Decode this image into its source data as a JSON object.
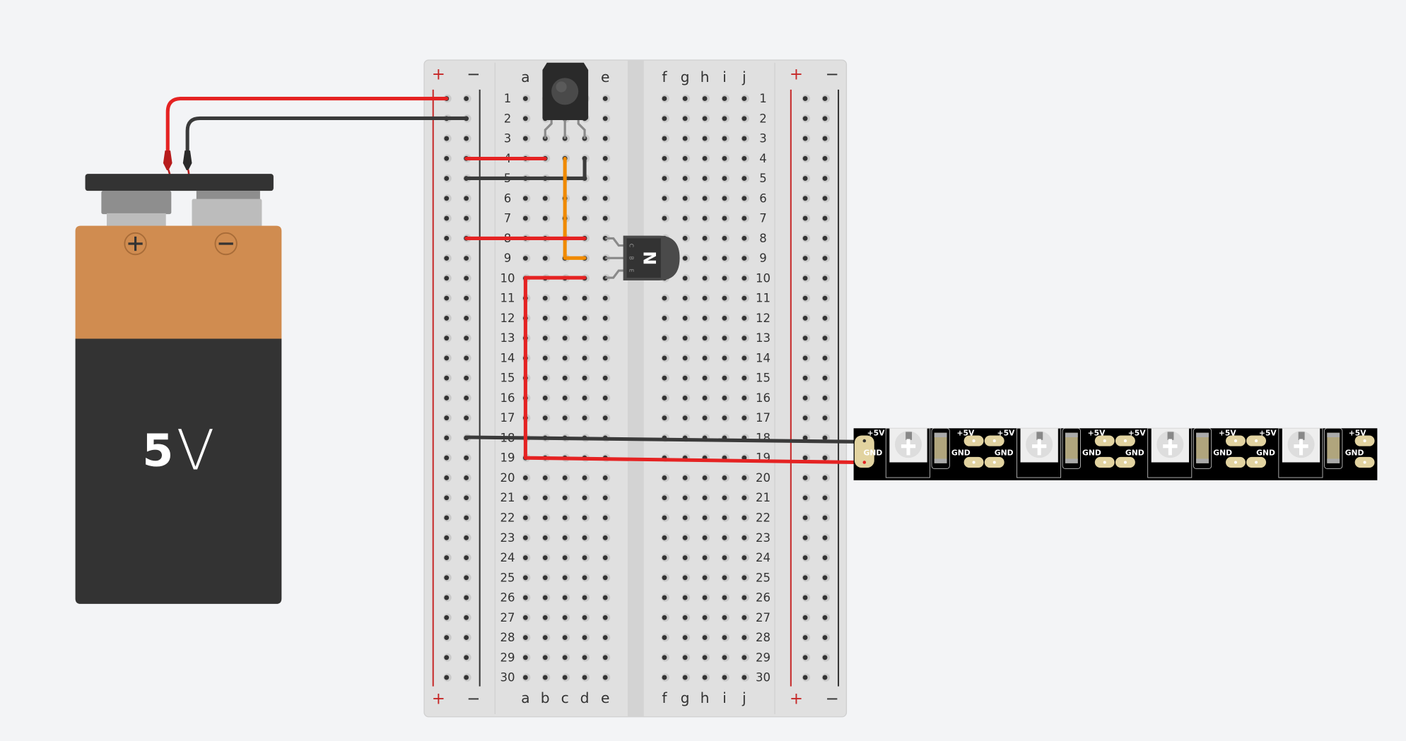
{
  "battery": {
    "voltage_number": "5",
    "voltage_unit": "V",
    "plus_symbol": "+",
    "minus_symbol": "−",
    "body_color": "#d08c50",
    "lower_color": "#333333"
  },
  "breadboard": {
    "rail_plus": "+",
    "rail_minus": "−",
    "columns_left": [
      "a",
      "b",
      "c",
      "d",
      "e"
    ],
    "columns_right": [
      "f",
      "g",
      "h",
      "i",
      "j"
    ],
    "row_labels": [
      "1",
      "2",
      "3",
      "4",
      "5",
      "6",
      "7",
      "8",
      "9",
      "10",
      "11",
      "12",
      "13",
      "14",
      "15",
      "16",
      "17",
      "18",
      "19",
      "20",
      "21",
      "22",
      "23",
      "24",
      "25",
      "26",
      "27",
      "28",
      "29",
      "30"
    ],
    "board_color": "#e0e0e0",
    "rail_plus_color": "#c62828",
    "rail_minus_color": "#333333"
  },
  "transistor": {
    "type_label": "N",
    "pin_labels": [
      "C",
      "B",
      "E"
    ]
  },
  "ir_receiver": {},
  "led_strip": {
    "plus_label": "+5V",
    "gnd_label": "GND",
    "segments": 4
  },
  "wires": {
    "red": "#e52222",
    "black": "#3a3a3a",
    "orange": "#f08a00"
  }
}
